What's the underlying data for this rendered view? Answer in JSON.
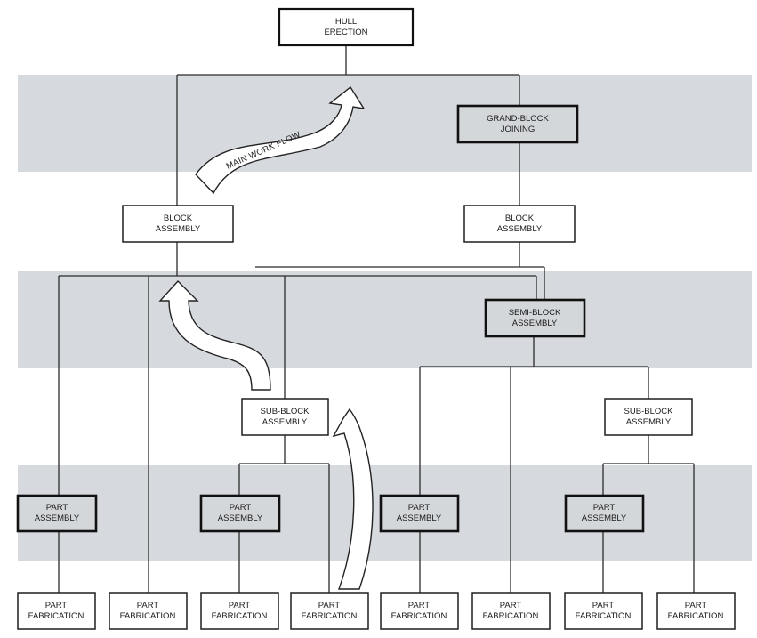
{
  "nodes": {
    "hull_erection": [
      "HULL",
      "ERECTION"
    ],
    "grand_block_joining": [
      "GRAND-BLOCK",
      "JOINING"
    ],
    "block_assembly_left": [
      "BLOCK",
      "ASSEMBLY"
    ],
    "block_assembly_right": [
      "BLOCK",
      "ASSEMBLY"
    ],
    "semi_block_assembly": [
      "SEMI-BLOCK",
      "ASSEMBLY"
    ],
    "sub_block_assembly_left": [
      "SUB-BLOCK",
      "ASSEMBLY"
    ],
    "sub_block_assembly_right": [
      "SUB-BLOCK",
      "ASSEMBLY"
    ],
    "part_assembly_1": [
      "PART",
      "ASSEMBLY"
    ],
    "part_assembly_2": [
      "PART",
      "ASSEMBLY"
    ],
    "part_assembly_3": [
      "PART",
      "ASSEMBLY"
    ],
    "part_assembly_4": [
      "PART",
      "ASSEMBLY"
    ],
    "part_fabrication": [
      [
        "PART",
        "FABRICATION"
      ],
      [
        "PART",
        "FABRICATION"
      ],
      [
        "PART",
        "FABRICATION"
      ],
      [
        "PART",
        "FABRICATION"
      ],
      [
        "PART",
        "FABRICATION"
      ],
      [
        "PART",
        "FABRICATION"
      ],
      [
        "PART",
        "FABRICATION"
      ],
      [
        "PART",
        "FABRICATION"
      ]
    ]
  },
  "flow_arrow_label": "MAIN WORK FLOW",
  "colors": {
    "band": "#d6d9dd",
    "bold_box_fill": "#d4d7da",
    "line": "#2b2b2b"
  }
}
